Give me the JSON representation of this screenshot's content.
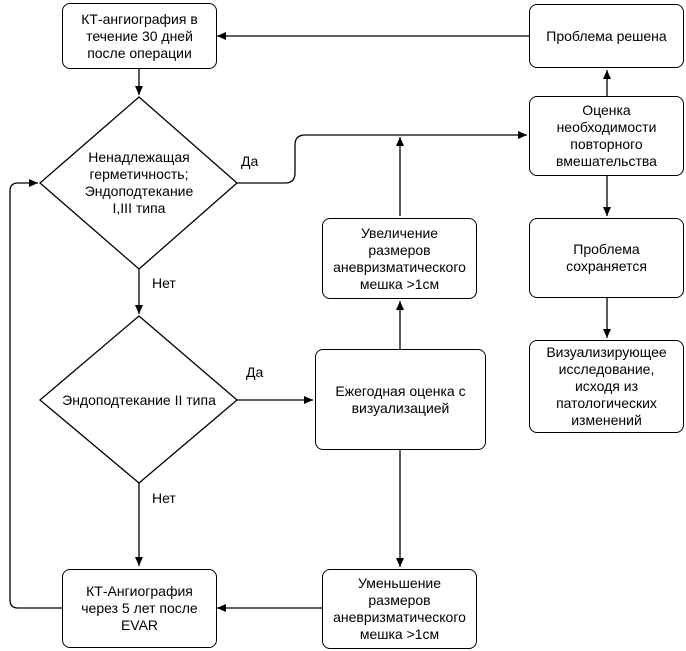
{
  "nodes": {
    "ct_30_days": "КТ-ангиография в\nтечение 30 дней\nпосле операции",
    "problem_solved": "Проблема решена",
    "assess_reintervention": "Оценка\nнеобходимости\nповторного\nвмешательства",
    "problem_persists": "Проблема\nсохраняется",
    "imaging_by_pathology": "Визуализирующее\nисследование,\nисходя из\nпатологических\nизменений",
    "sac_increase": "Увеличение\nразмеров\nаневризматического\nмешка >1см",
    "annual_assessment": "Ежегодная оценка с\nвизуализацией",
    "sac_decrease": "Уменьшение\nразмеров\nаневризматического\nмешка >1см",
    "ct_5_years": "КТ-Ангиография\nчерез 5 лет после\nEVAR"
  },
  "decisions": {
    "seal_endoleak_1_3": "Ненадлежащая\nгерметичность;\nЭндоподтекание\nI,III типа",
    "endoleak_2": "Эндоподтекание II типа"
  },
  "edge_labels": {
    "yes_1": "Да",
    "no_1": "Нет",
    "yes_2": "Да",
    "no_2": "Нет"
  }
}
